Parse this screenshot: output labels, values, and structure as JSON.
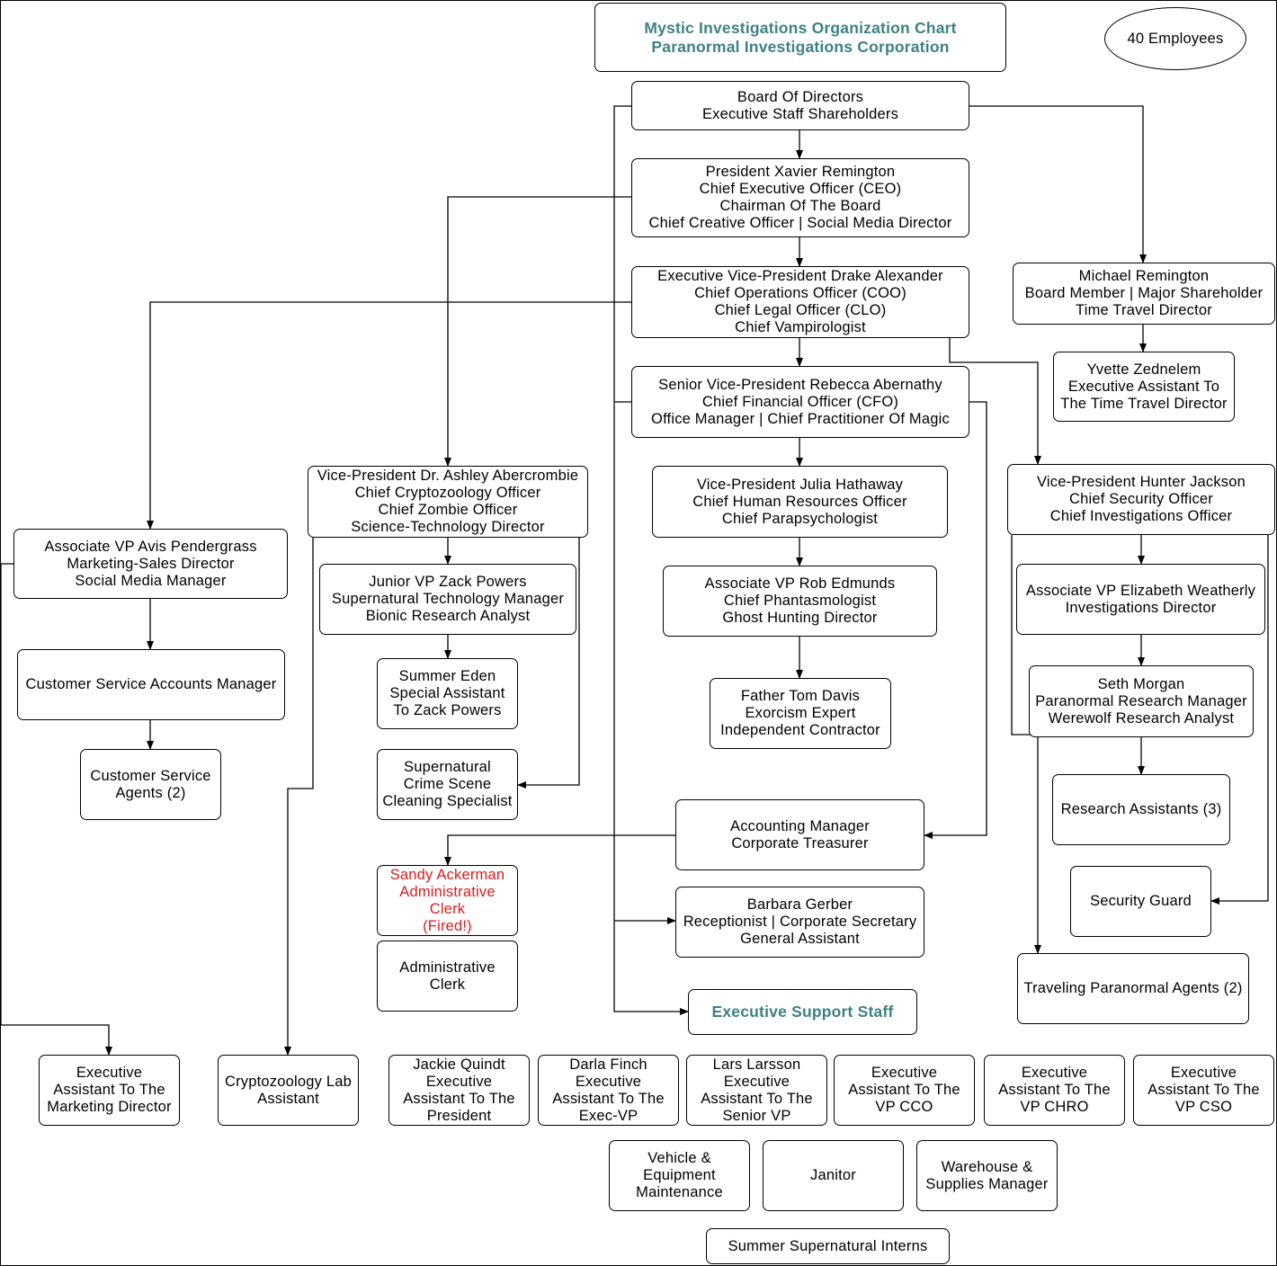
{
  "colors": {
    "accent": "#3e8183",
    "fired": "#e01b1b",
    "line": "#000000"
  },
  "nodes": [
    {
      "id": "title",
      "lines": [
        "Mystic Investigations Organization Chart",
        "Paranormal Investigations Corporation"
      ],
      "style": "title"
    },
    {
      "id": "employees",
      "lines": [
        "40 Employees"
      ],
      "style": "oval"
    },
    {
      "id": "board",
      "lines": [
        "Board Of Directors",
        "Executive Staff Shareholders"
      ]
    },
    {
      "id": "president",
      "lines": [
        "President Xavier Remington",
        "Chief Executive Officer (CEO)",
        "Chairman Of The Board",
        "Chief Creative Officer | Social Media Director"
      ]
    },
    {
      "id": "evp",
      "lines": [
        "Executive Vice-President Drake Alexander",
        "Chief Operations Officer (COO)",
        "Chief Legal Officer (CLO)",
        "Chief Vampirologist"
      ]
    },
    {
      "id": "michael",
      "lines": [
        "Michael Remington",
        "Board Member | Major Shareholder",
        "Time Travel Director"
      ]
    },
    {
      "id": "yvette",
      "lines": [
        "Yvette Zednelem",
        "Executive Assistant To",
        "The Time Travel Director"
      ]
    },
    {
      "id": "svp",
      "lines": [
        "Senior Vice-President Rebecca Abernathy",
        "Chief Financial Officer (CFO)",
        "Office Manager | Chief Practitioner Of Magic"
      ]
    },
    {
      "id": "ashley",
      "lines": [
        "Vice-President Dr. Ashley Abercrombie",
        "Chief Cryptozoology Officer",
        "Chief Zombie Officer",
        "Science-Technology Director"
      ]
    },
    {
      "id": "julia",
      "lines": [
        "Vice-President Julia Hathaway",
        "Chief Human Resources Officer",
        "Chief Parapsychologist"
      ]
    },
    {
      "id": "hunter",
      "lines": [
        "Vice-President Hunter Jackson",
        "Chief Security Officer",
        "Chief Investigations Officer"
      ]
    },
    {
      "id": "avis",
      "lines": [
        "Associate VP Avis Pendergrass",
        "Marketing-Sales Director",
        "Social Media Manager"
      ]
    },
    {
      "id": "zack",
      "lines": [
        "Junior VP Zack Powers",
        "Supernatural Technology Manager",
        "Bionic Research Analyst"
      ]
    },
    {
      "id": "rob",
      "lines": [
        "Associate VP Rob Edmunds",
        "Chief Phantasmologist",
        "Ghost Hunting Director"
      ]
    },
    {
      "id": "elizabeth",
      "lines": [
        "Associate VP Elizabeth Weatherly",
        "Investigations Director"
      ]
    },
    {
      "id": "csam",
      "lines": [
        "Customer Service Accounts Manager"
      ]
    },
    {
      "id": "summer",
      "lines": [
        "Summer Eden",
        "Special Assistant",
        "To Zack Powers"
      ]
    },
    {
      "id": "father",
      "lines": [
        "Father Tom Davis",
        "Exorcism Expert",
        "Independent Contractor"
      ]
    },
    {
      "id": "seth",
      "lines": [
        "Seth Morgan",
        "Paranormal Research Manager",
        "Werewolf Research Analyst"
      ]
    },
    {
      "id": "csagents",
      "lines": [
        "Customer Service",
        "Agents (2)"
      ]
    },
    {
      "id": "crime",
      "lines": [
        "Supernatural",
        "Crime Scene",
        "Cleaning Specialist"
      ]
    },
    {
      "id": "research",
      "lines": [
        "Research Assistants (3)"
      ]
    },
    {
      "id": "accounting",
      "lines": [
        "Accounting Manager",
        "Corporate Treasurer"
      ]
    },
    {
      "id": "sandy",
      "lines": [
        "Sandy Ackerman",
        "Administrative",
        "Clerk",
        "(Fired!)"
      ],
      "style": "fired"
    },
    {
      "id": "guard",
      "lines": [
        "Security Guard"
      ]
    },
    {
      "id": "barbara",
      "lines": [
        "Barbara Gerber",
        "Receptionist | Corporate Secretary",
        "General Assistant"
      ]
    },
    {
      "id": "admin",
      "lines": [
        "Administrative",
        "Clerk"
      ]
    },
    {
      "id": "traveling",
      "lines": [
        "Traveling Paranormal Agents (2)"
      ]
    },
    {
      "id": "support",
      "lines": [
        "Executive Support Staff"
      ],
      "style": "accent"
    },
    {
      "id": "ea_marketing",
      "lines": [
        "Executive",
        "Assistant To The",
        "Marketing Director"
      ]
    },
    {
      "id": "crypto_lab",
      "lines": [
        "Cryptozoology Lab",
        "Assistant"
      ]
    },
    {
      "id": "jackie",
      "lines": [
        "Jackie Quindt",
        "Executive",
        "Assistant To The",
        "President"
      ]
    },
    {
      "id": "darla",
      "lines": [
        "Darla Finch",
        "Executive",
        "Assistant To The",
        "Exec-VP"
      ]
    },
    {
      "id": "lars",
      "lines": [
        "Lars Larsson",
        "Executive",
        "Assistant To The",
        "Senior VP"
      ]
    },
    {
      "id": "ea_cco",
      "lines": [
        "Executive",
        "Assistant To The",
        "VP CCO"
      ]
    },
    {
      "id": "ea_chro",
      "lines": [
        "Executive",
        "Assistant To The",
        "VP CHRO"
      ]
    },
    {
      "id": "ea_cso",
      "lines": [
        "Executive",
        "Assistant To The",
        "VP CSO"
      ]
    },
    {
      "id": "vehicle",
      "lines": [
        "Vehicle &",
        "Equipment",
        "Maintenance"
      ]
    },
    {
      "id": "janitor",
      "lines": [
        "Janitor"
      ]
    },
    {
      "id": "warehouse",
      "lines": [
        "Warehouse &",
        "Supplies Manager"
      ]
    },
    {
      "id": "interns",
      "lines": [
        "Summer Supernatural Interns"
      ]
    }
  ]
}
